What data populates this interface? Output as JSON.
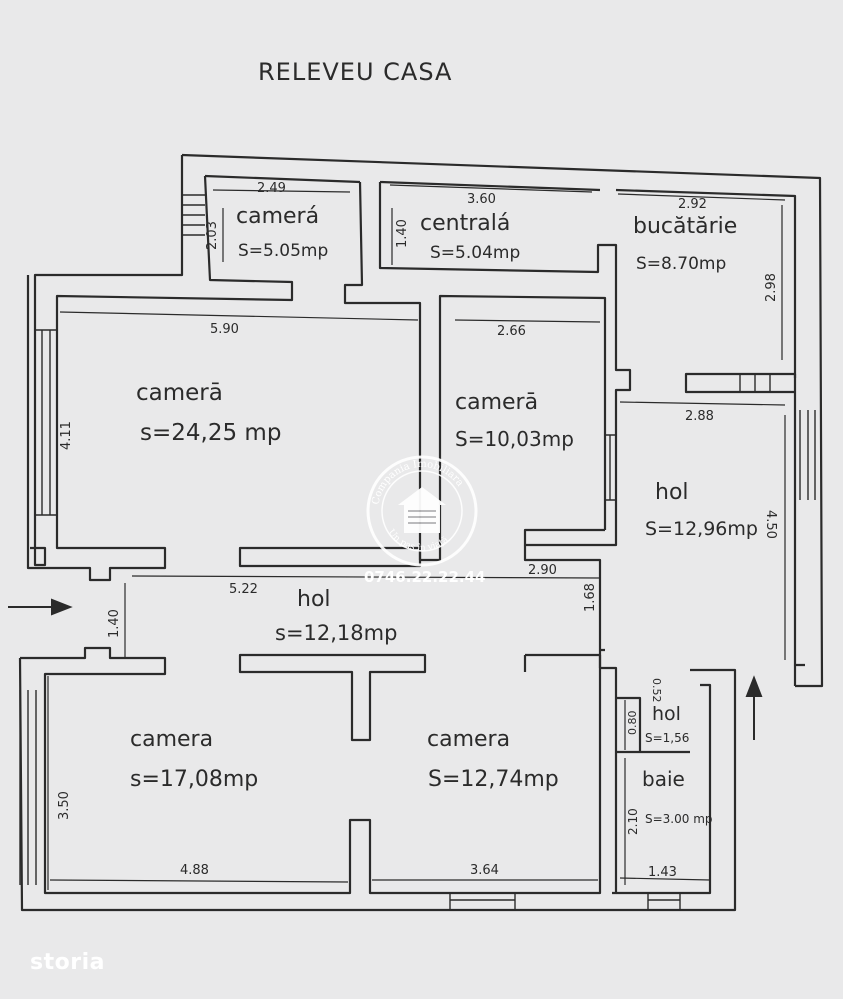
{
  "title": "RELEVEU CASA",
  "rooms": [
    {
      "name": "camerá",
      "area": "S=5.05mp"
    },
    {
      "name": "centralá",
      "area": "S=5.04mp"
    },
    {
      "name": "bucătărie",
      "area": "S=8.70mp"
    },
    {
      "name": "camerā",
      "area": "s=24,25 mp"
    },
    {
      "name": "camerā",
      "area": "S=10,03mp"
    },
    {
      "name": "hol",
      "area": "S=12,96mp"
    },
    {
      "name": "hol",
      "area": "s=12,18mp"
    },
    {
      "name": "camera",
      "area": "s=17,08mp"
    },
    {
      "name": "camera",
      "area": "S=12,74mp"
    },
    {
      "name": "hol",
      "area": "S=1,56"
    },
    {
      "name": "baie",
      "area": "S=3.00 mp"
    }
  ],
  "dimensions": [
    "2.49",
    "2.03",
    "3.60",
    "1.40",
    "2.92",
    "2.98",
    "5.90",
    "4.11",
    "2.66",
    "2.88",
    "4.50",
    "5.22",
    "2.90",
    "1.68",
    "1.40",
    "0.52",
    "0.80",
    "2.10",
    "3.50",
    "4.88",
    "3.64",
    "1.43"
  ],
  "watermark": {
    "company": "Compania Imobiliara",
    "tagline": "Un pas în viață",
    "phone": "0746.22.22.44"
  },
  "brand": "storia",
  "colors": {
    "paper": "#e9e9ea",
    "ink": "#2b2b2b",
    "seal": "#ffffff"
  }
}
